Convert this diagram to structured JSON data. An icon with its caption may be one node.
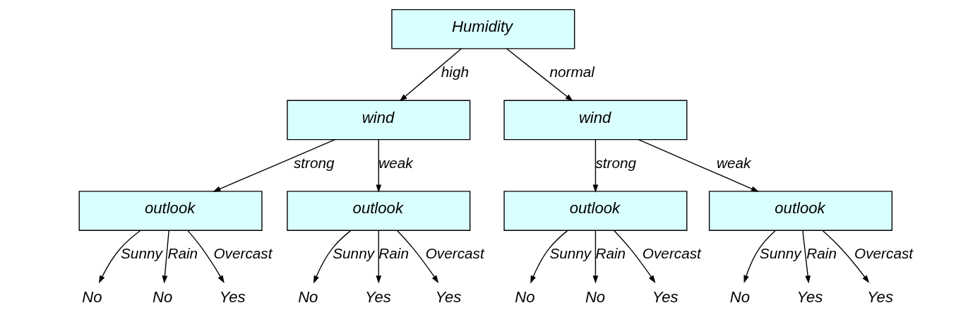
{
  "diagram": {
    "nodes": [
      {
        "text": [
          "Humidity"
        ]
      },
      {
        "text": [
          "wind"
        ]
      },
      {
        "text": [
          "wind"
        ]
      },
      {
        "text": [
          "outlook"
        ]
      },
      {
        "text": [
          "outlook"
        ]
      },
      {
        "text": [
          "outlook"
        ]
      },
      {
        "text": [
          "outlook"
        ]
      },
      {
        "text": [
          "No"
        ]
      },
      {
        "text": [
          "No"
        ]
      },
      {
        "text": [
          "Yes"
        ]
      },
      {
        "text": [
          "No"
        ]
      },
      {
        "text": [
          "Yes"
        ]
      },
      {
        "text": [
          "Yes"
        ]
      },
      {
        "text": [
          "No"
        ]
      },
      {
        "text": [
          "No"
        ]
      },
      {
        "text": [
          "Yes"
        ]
      },
      {
        "text": [
          "No"
        ]
      },
      {
        "text": [
          "Yes"
        ]
      },
      {
        "text": [
          "Yes"
        ]
      }
    ],
    "edges": [
      {
        "from": 0,
        "to": 1,
        "arrow": "to",
        "label": "high"
      },
      {
        "from": 0,
        "to": 2,
        "arrow": "to",
        "label": "normal"
      },
      {
        "from": 1,
        "to": 3,
        "arrow": "to",
        "label": "strong"
      },
      {
        "from": 1,
        "to": 4,
        "arrow": "to",
        "label": "weak"
      },
      {
        "from": 2,
        "to": 5,
        "arrow": "to",
        "label": "strong"
      },
      {
        "from": 2,
        "to": 6,
        "arrow": "to",
        "label": "weak"
      },
      {
        "from": 3,
        "to": 7,
        "arrow": "to",
        "label": "Sunny"
      },
      {
        "from": 3,
        "to": 8,
        "arrow": "to",
        "label": "Rain"
      },
      {
        "from": 3,
        "to": 9,
        "arrow": "to",
        "label": "Overcast"
      },
      {
        "from": 4,
        "to": 10,
        "arrow": "to",
        "label": "Sunny"
      },
      {
        "from": 4,
        "to": 11,
        "arrow": "to",
        "label": "Rain"
      },
      {
        "from": 4,
        "to": 12,
        "arrow": "to",
        "label": "Overcast"
      },
      {
        "from": 5,
        "to": 13,
        "arrow": "to",
        "label": "Sunny"
      },
      {
        "from": 5,
        "to": 14,
        "arrow": "to",
        "label": "Rain"
      },
      {
        "from": 5,
        "to": 15,
        "arrow": "to",
        "label": "Overcast"
      },
      {
        "from": 6,
        "to": 16,
        "arrow": "to",
        "label": "Sunny"
      },
      {
        "from": 6,
        "to": 17,
        "arrow": "to",
        "label": "Rain"
      },
      {
        "from": 6,
        "to": 18,
        "arrow": "to",
        "label": "Overcast"
      }
    ]
  }
}
